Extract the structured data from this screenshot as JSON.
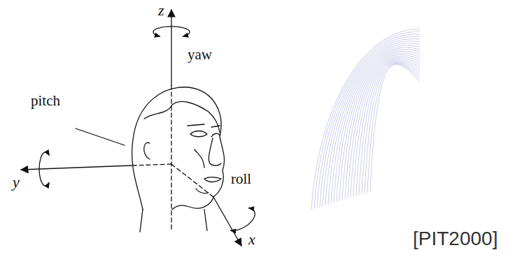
{
  "diagram": {
    "labels": [
      "z",
      "yaw",
      "pitch",
      "y",
      "roll",
      "x",
      "[PIT2000]"
    ]
  }
}
